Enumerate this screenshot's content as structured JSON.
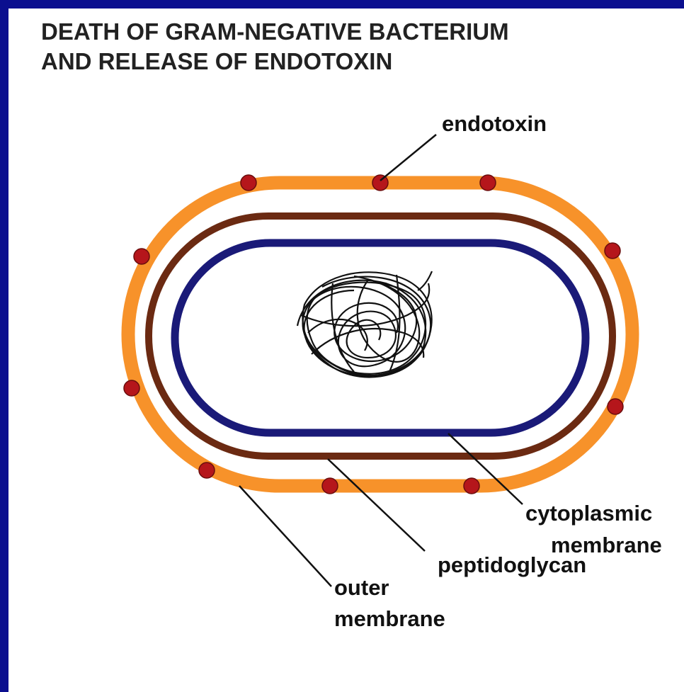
{
  "title": {
    "line1": "DEATH OF GRAM-NEGATIVE BACTERIUM",
    "line2": "AND RELEASE OF ENDOTOXIN"
  },
  "labels": {
    "endotoxin": "endotoxin",
    "cytoplasmic_line1": "cytoplasmic",
    "cytoplasmic_line2": "membrane",
    "peptidoglycan": "peptidoglycan",
    "outer_line1": "outer",
    "outer_line2": "membrane"
  },
  "colors": {
    "frame": "#0b0f8f",
    "outer_membrane": "#f7922a",
    "peptidoglycan": "#6b2a12",
    "cytoplasmic_membrane": "#1a1a78",
    "endotoxin": "#b5161b",
    "dna": "#111111"
  }
}
